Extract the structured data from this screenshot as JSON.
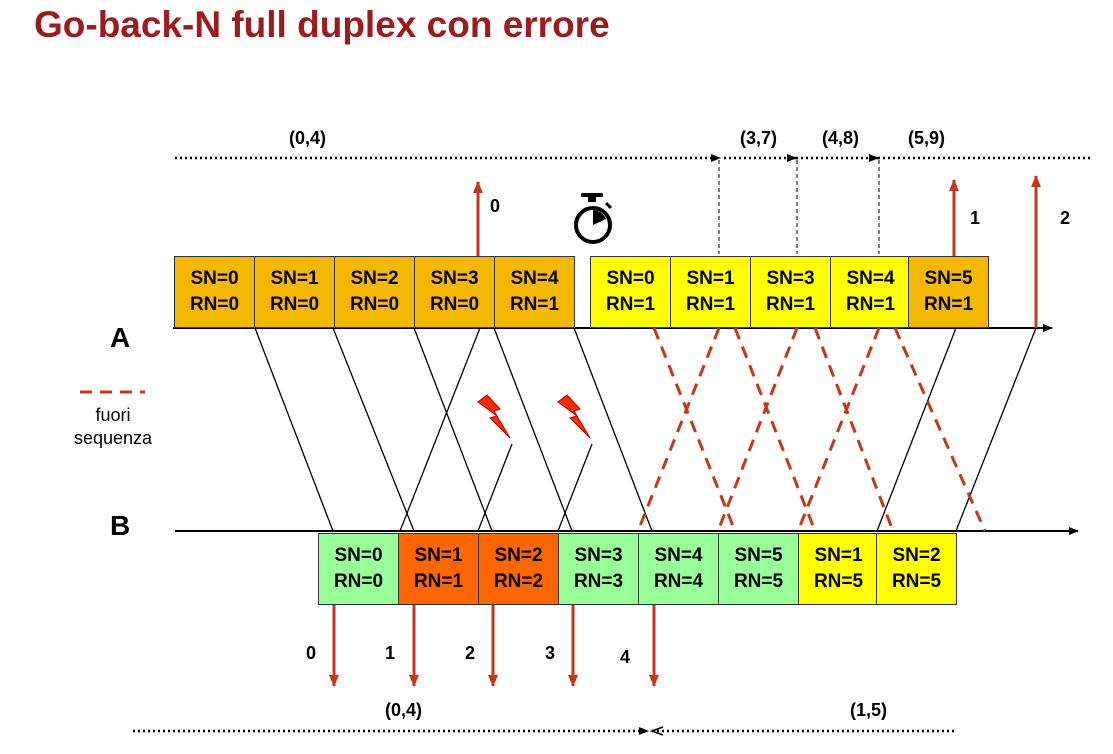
{
  "title": "Go-back-N full duplex con errore",
  "legend": {
    "line1": "fuori",
    "line2": "sequenza"
  },
  "stations": {
    "a": "A",
    "b": "B"
  },
  "top_windows": [
    "(0,4)",
    "(3,7)",
    "(4,8)",
    "(5,9)"
  ],
  "bottom_windows": [
    "(0,4)",
    "(1,5)"
  ],
  "a_delivery_labels": [
    "0",
    "1",
    "2"
  ],
  "b_delivery_labels": [
    "0",
    "1",
    "2",
    "3",
    "4"
  ],
  "a_frames": [
    {
      "sn": "SN=0",
      "rn": "RN=0",
      "color": "#f5b800"
    },
    {
      "sn": "SN=1",
      "rn": "RN=0",
      "color": "#f5b800"
    },
    {
      "sn": "SN=2",
      "rn": "RN=0",
      "color": "#f5b800"
    },
    {
      "sn": "SN=3",
      "rn": "RN=0",
      "color": "#f5b800"
    },
    {
      "sn": "SN=4",
      "rn": "RN=1",
      "color": "#f5b800"
    },
    {
      "sn": "SN=0",
      "rn": "RN=1",
      "color": "#ffff00"
    },
    {
      "sn": "SN=1",
      "rn": "RN=1",
      "color": "#ffff00"
    },
    {
      "sn": "SN=3",
      "rn": "RN=1",
      "color": "#ffff00"
    },
    {
      "sn": "SN=4",
      "rn": "RN=1",
      "color": "#ffff00"
    },
    {
      "sn": "SN=5",
      "rn": "RN=1",
      "color": "#f5b800"
    }
  ],
  "b_frames": [
    {
      "sn": "SN=0",
      "rn": "RN=0",
      "color": "#99ff99"
    },
    {
      "sn": "SN=1",
      "rn": "RN=1",
      "color": "#ff6600"
    },
    {
      "sn": "SN=2",
      "rn": "RN=2",
      "color": "#ff6600"
    },
    {
      "sn": "SN=3",
      "rn": "RN=3",
      "color": "#99ff99"
    },
    {
      "sn": "SN=4",
      "rn": "RN=4",
      "color": "#99ff99"
    },
    {
      "sn": "SN=5",
      "rn": "RN=5",
      "color": "#99ff99"
    },
    {
      "sn": "SN=1",
      "rn": "RN=5",
      "color": "#ffff00"
    },
    {
      "sn": "SN=2",
      "rn": "RN=5",
      "color": "#ffff00"
    }
  ],
  "colors": {
    "title": "#9b1b1f",
    "arrow": "#c0391b",
    "dashed": "#c0391b"
  }
}
